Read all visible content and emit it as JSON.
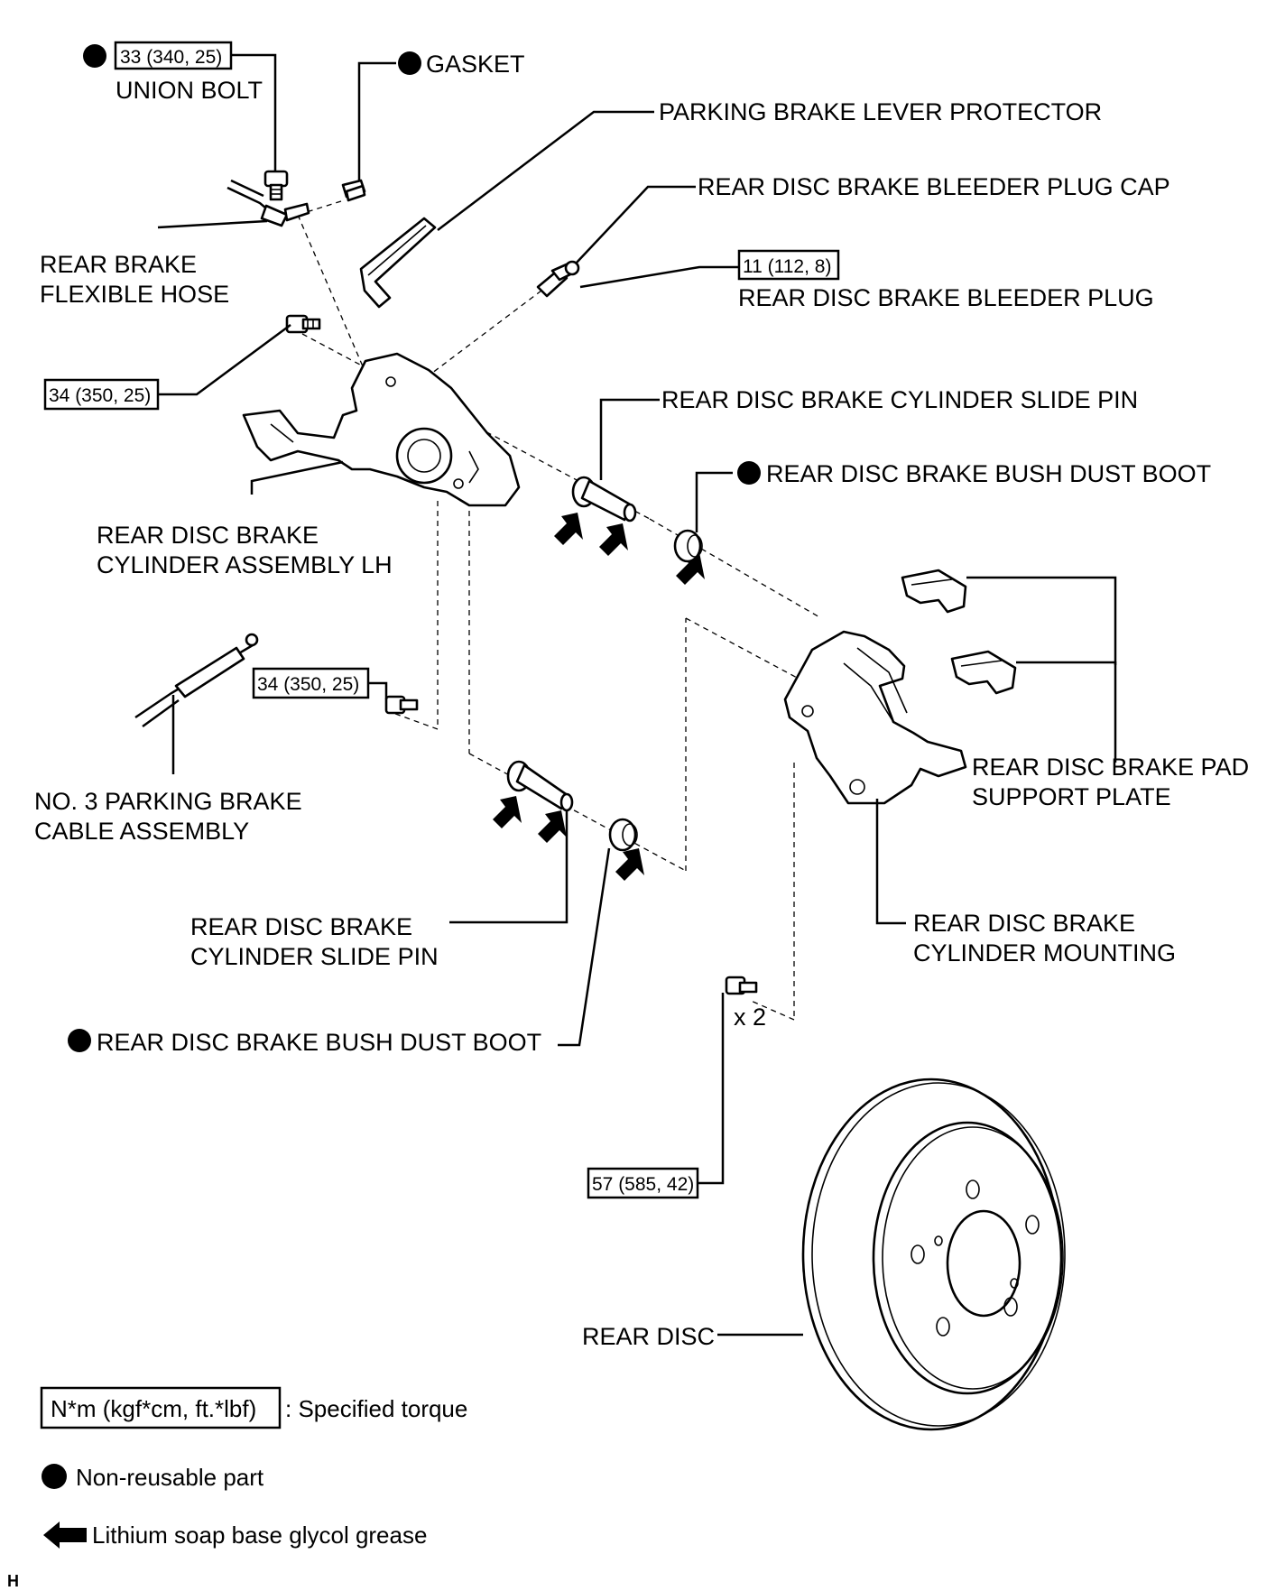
{
  "labels": {
    "union_bolt": "UNION BOLT",
    "gasket": "GASKET",
    "parking_brake_lever_protector": "PARKING BRAKE LEVER PROTECTOR",
    "bleeder_plug_cap": "REAR DISC BRAKE BLEEDER PLUG CAP",
    "bleeder_plug": "REAR DISC BRAKE BLEEDER PLUG",
    "flexible_hose_1": "REAR BRAKE",
    "flexible_hose_2": "FLEXIBLE HOSE",
    "slide_pin_top": "REAR DISC BRAKE CYLINDER SLIDE PIN",
    "dust_boot_top": "REAR DISC BRAKE BUSH DUST BOOT",
    "cylinder_assembly_1": "REAR DISC BRAKE",
    "cylinder_assembly_2": "CYLINDER ASSEMBLY LH",
    "parking_cable_1": "NO. 3 PARKING BRAKE",
    "parking_cable_2": "CABLE ASSEMBLY",
    "pad_support_1": "REAR DISC BRAKE PAD",
    "pad_support_2": "SUPPORT PLATE",
    "slide_pin_bottom_1": "REAR DISC BRAKE",
    "slide_pin_bottom_2": "CYLINDER SLIDE PIN",
    "cylinder_mounting_1": "REAR DISC BRAKE",
    "cylinder_mounting_2": "CYLINDER MOUNTING",
    "dust_boot_bottom": "REAR DISC BRAKE BUSH DUST BOOT",
    "quantity": "x 2",
    "rear_disc": "REAR DISC",
    "corner_mark": "H"
  },
  "torques": {
    "union_bolt": "33 (340, 25)",
    "cylinder_bolt_upper": "34 (350, 25)",
    "cylinder_bolt_lower": "34 (350, 25)",
    "bleeder_plug": "11 (112, 8)",
    "mounting_bolt": "57 (585, 42)"
  },
  "legend": {
    "torque_unit": "N*m (kgf*cm, ft.*lbf)",
    "torque_desc": ": Specified torque",
    "non_reusable": "Non-reusable part",
    "grease": "Lithium soap base glycol grease"
  }
}
